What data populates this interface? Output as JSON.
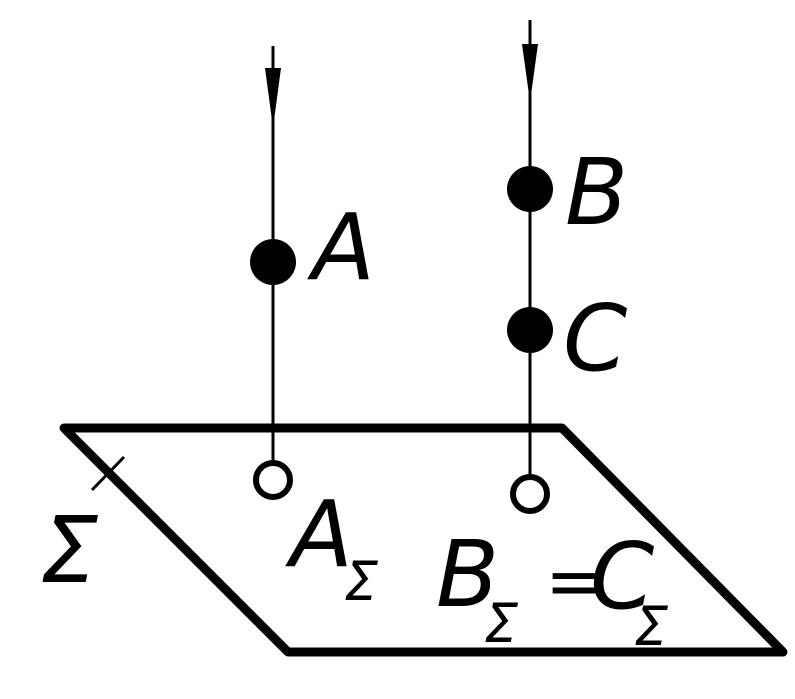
{
  "plane": {
    "name": "Σ"
  },
  "points": {
    "A": {
      "label": "A"
    },
    "B": {
      "label": "B"
    },
    "C": {
      "label": "C"
    }
  },
  "projections": {
    "a": {
      "main": "A",
      "sub": "Σ"
    },
    "bc": {
      "left_main": "B",
      "left_sub": "Σ",
      "equals": "=",
      "right_main": "C",
      "right_sub": "Σ"
    }
  },
  "colors": {
    "ink": "#000000",
    "paper": "#ffffff"
  }
}
